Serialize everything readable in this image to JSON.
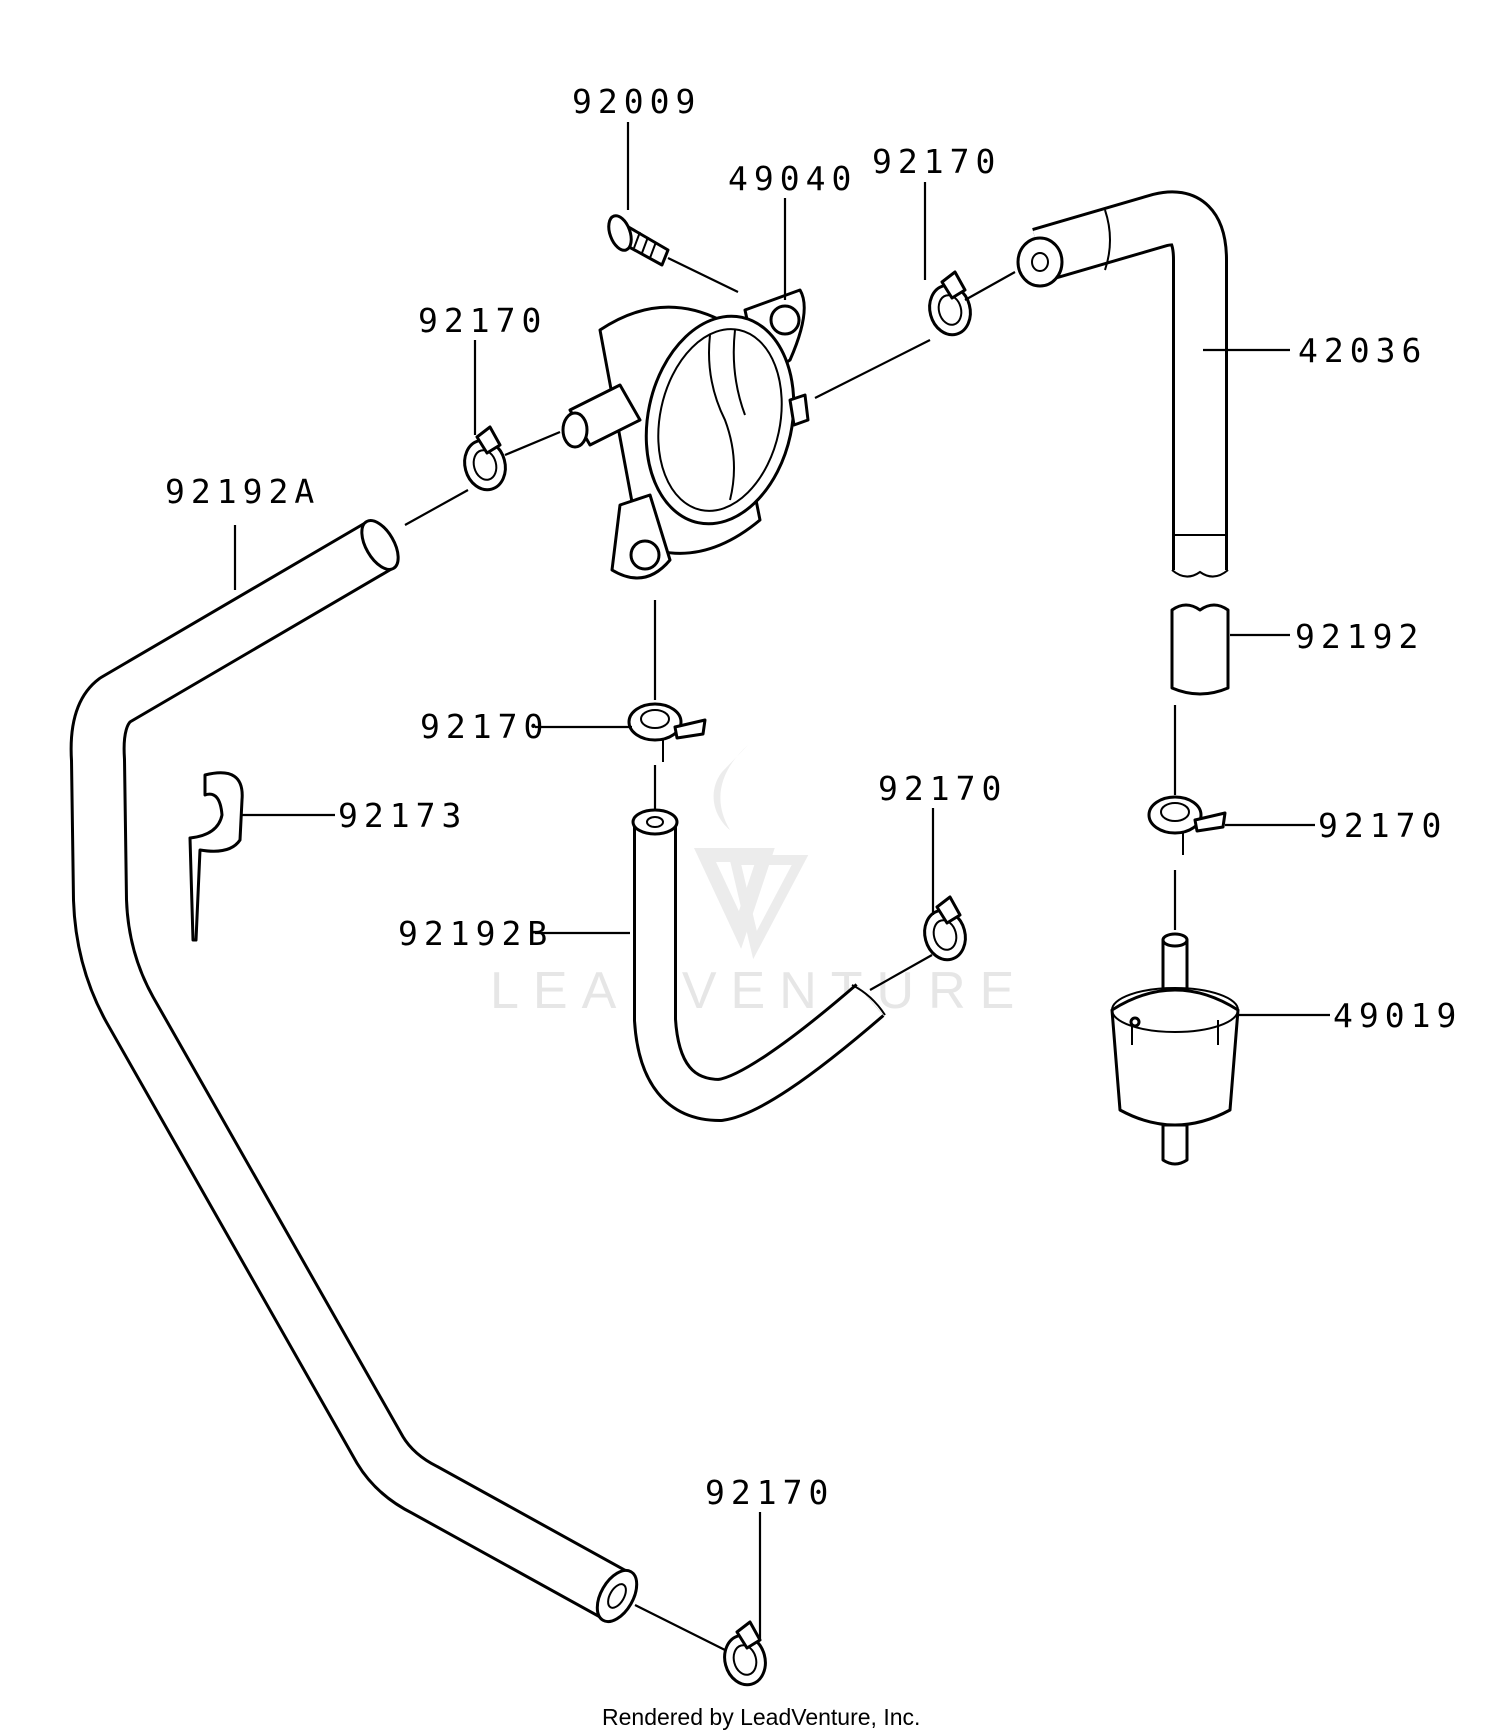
{
  "labels": {
    "l92009": "92009",
    "l49040": "49040",
    "l92170_top": "92170",
    "l42036": "42036",
    "l92170_left": "92170",
    "l92192A": "92192A",
    "l92170_mid": "92170",
    "l92173": "92173",
    "l92192B": "92192B",
    "l92170_center": "92170",
    "l92192": "92192",
    "l92170_right": "92170",
    "l49019": "49019",
    "l92170_bottom": "92170"
  },
  "watermark": "LEADVENTURE",
  "credit": "Rendered by LeadVenture, Inc.",
  "colors": {
    "line": "#000000",
    "background": "#ffffff",
    "watermark": "#e6e6e6"
  }
}
